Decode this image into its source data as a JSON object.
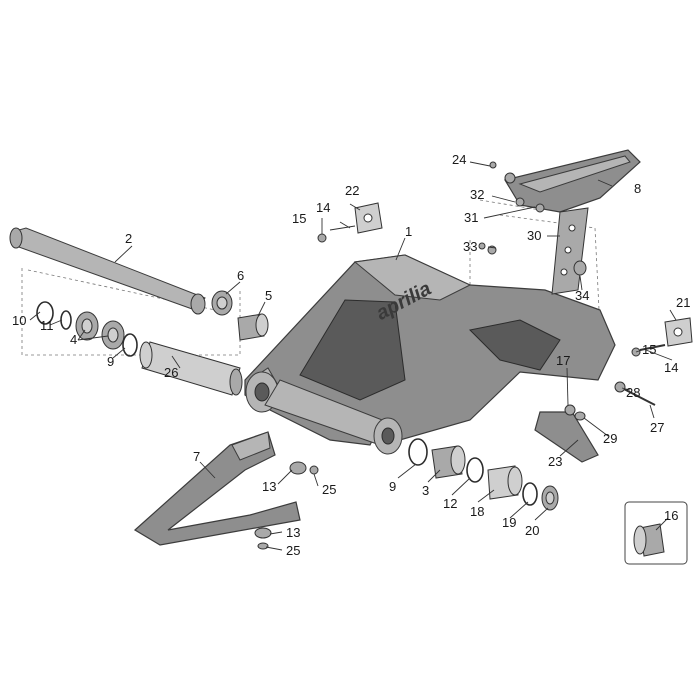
{
  "diagram": {
    "brand_mark": "aprilia",
    "labels": {
      "p1": "1",
      "p2": "2",
      "p3": "3",
      "p4": "4",
      "p5": "5",
      "p6": "6",
      "p7": "7",
      "p8": "8",
      "p9a": "9",
      "p9b": "9",
      "p10": "10",
      "p11": "11",
      "p12": "12",
      "p13a": "13",
      "p13b": "13",
      "p14a": "14",
      "p14b": "14",
      "p15a": "15",
      "p15b": "15",
      "p16": "16",
      "p17": "17",
      "p18": "18",
      "p19": "19",
      "p20": "20",
      "p21": "21",
      "p22": "22",
      "p23": "23",
      "p24": "24",
      "p25a": "25",
      "p25b": "25",
      "p26": "26",
      "p27": "27",
      "p28": "28",
      "p29": "29",
      "p30": "30",
      "p31": "31",
      "p32": "32",
      "p33": "33",
      "p34": "34"
    }
  }
}
